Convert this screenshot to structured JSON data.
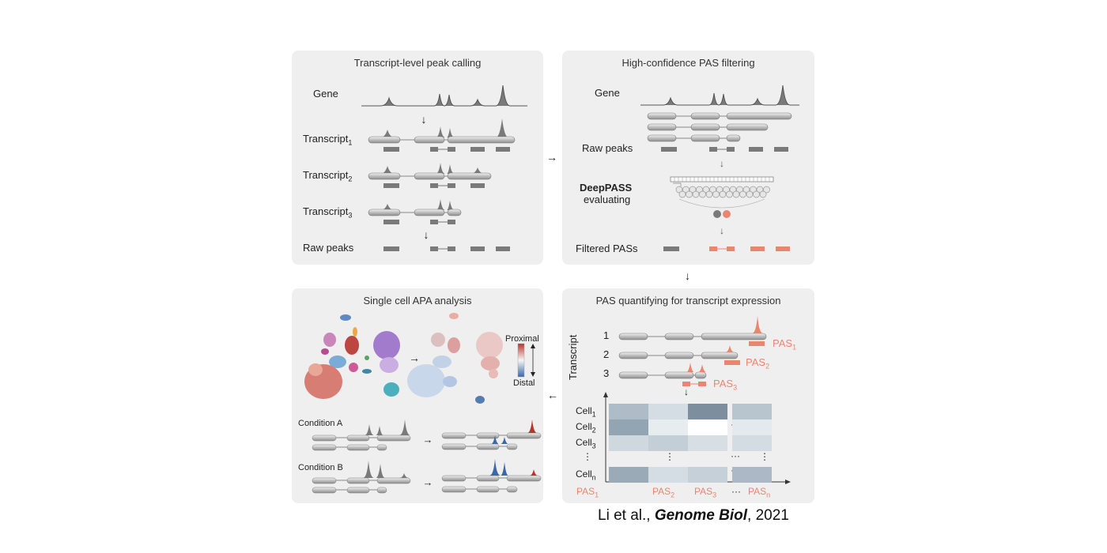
{
  "panel_a": {
    "title": "Transcript-level peak calling",
    "gene_label": "Gene",
    "transcript_label": "Transcript",
    "transcript_subs": [
      "1",
      "2",
      "3"
    ],
    "raw_peaks_label": "Raw peaks"
  },
  "panel_b": {
    "title": "High-confidence PAS filtering",
    "gene_label": "Gene",
    "raw_peaks_label": "Raw peaks",
    "deeppass_label": "DeepPASS",
    "evaluating_label": "evaluating",
    "filtered_label": "Filtered PASs"
  },
  "panel_c": {
    "title": "PAS quantifying for transcript expression",
    "axis_label": "Transcript",
    "row_numbers": [
      "1",
      "2",
      "3"
    ],
    "pas_prefix": "PAS",
    "pas_subs": [
      "1",
      "2",
      "3"
    ],
    "cell_prefix": "Cell",
    "cell_subs": [
      "1",
      "2",
      "3",
      "n"
    ],
    "col_subs": [
      "1",
      "2",
      "3",
      "n"
    ],
    "ellipsis": "···",
    "vellipsis": "⋮"
  },
  "panel_d": {
    "title": "Single cell APA analysis",
    "proximal_label": "Proximal",
    "distal_label": "Distal",
    "condition_a": "Condition A",
    "condition_b": "Condition B"
  },
  "citation": {
    "authors": "Li et al.,",
    "journal": "Genome Biol",
    "year": ", 2021"
  },
  "colors": {
    "panel_bg": "#efefef",
    "peak_gray": "#7a7a7a",
    "pas_salmon": "#e98570",
    "distal_blue": "#3a68a8",
    "proximal_red": "#b8352f"
  }
}
